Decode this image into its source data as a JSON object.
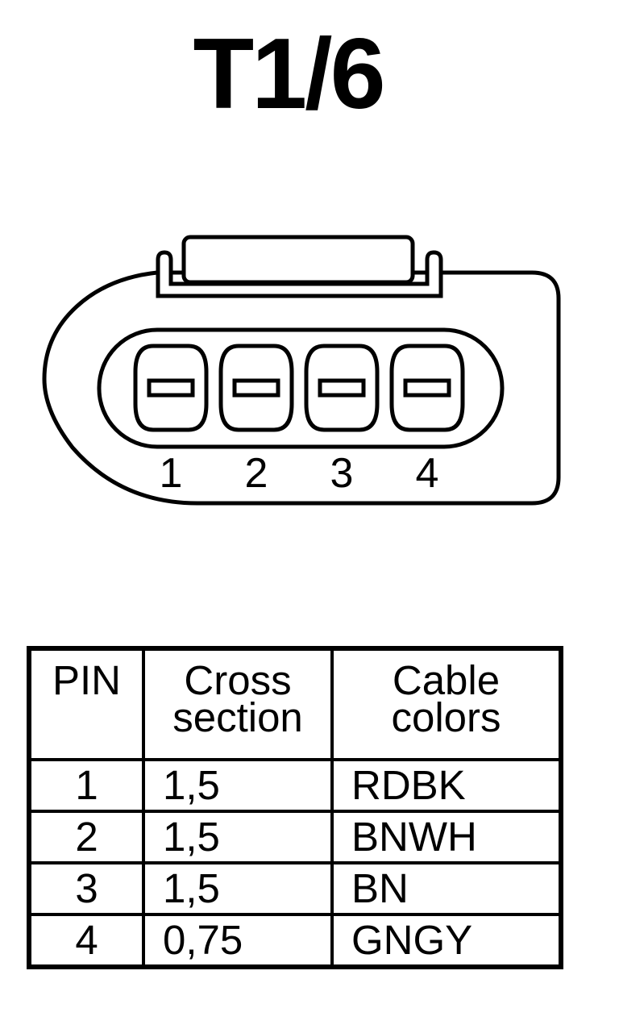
{
  "title": "T1/6",
  "connector": {
    "pin_labels": [
      "1",
      "2",
      "3",
      "4"
    ]
  },
  "table": {
    "headers": {
      "pin": "PIN",
      "cross_section": [
        "Cross",
        "section"
      ],
      "cable_colors": [
        "Cable",
        "colors"
      ]
    },
    "rows": [
      {
        "pin": "1",
        "cross_section": "1,5",
        "cable_color": "RDBK"
      },
      {
        "pin": "2",
        "cross_section": "1,5",
        "cable_color": "BNWH"
      },
      {
        "pin": "3",
        "cross_section": "1,5",
        "cable_color": "BN"
      },
      {
        "pin": "4",
        "cross_section": "0,75",
        "cable_color": "GNGY"
      }
    ]
  }
}
